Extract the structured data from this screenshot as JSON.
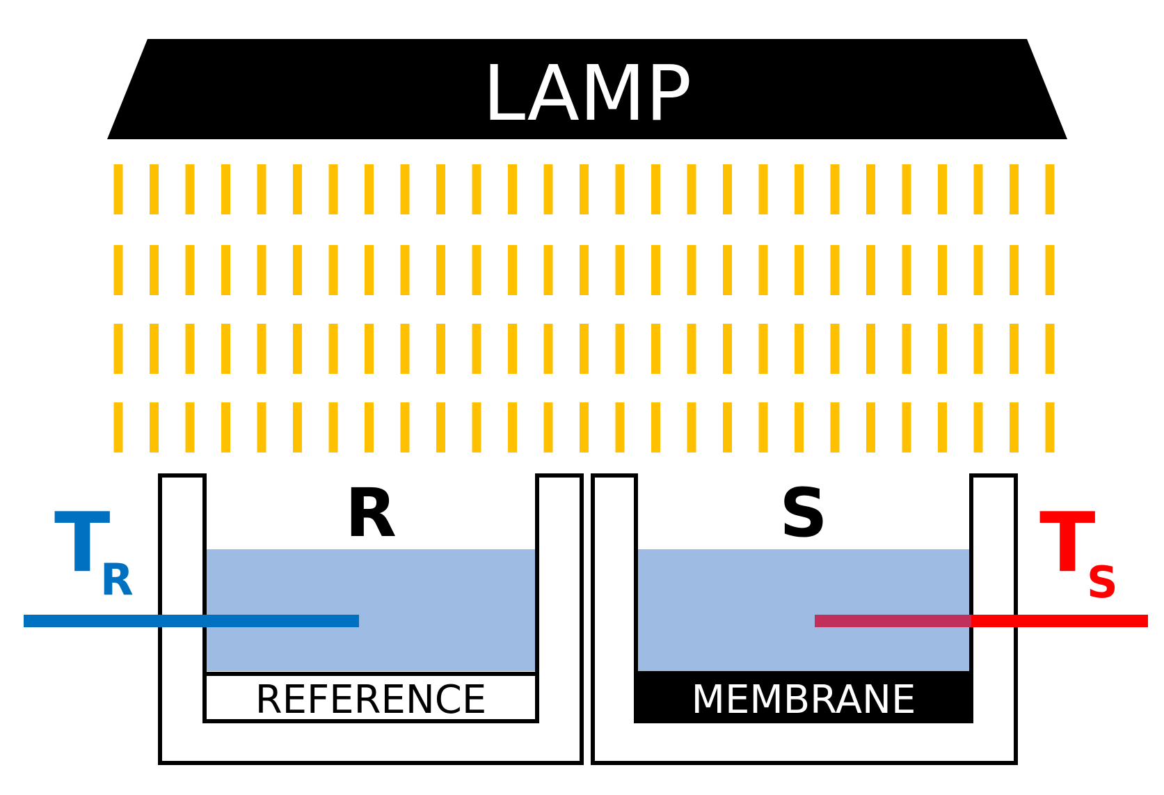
{
  "lamp": {
    "label": "LAMP",
    "color": "#000000",
    "text_color": "#ffffff"
  },
  "light": {
    "color": "#ffc000",
    "rows": 4,
    "columns": 27
  },
  "water_color": "#9dbbe3",
  "reference_cell": {
    "letter": "R",
    "plate_label": "REFERENCE",
    "plate_fill": "#ffffff",
    "plate_text_color": "#000000"
  },
  "sample_cell": {
    "letter": "S",
    "plate_label": "MEMBRANE",
    "plate_fill": "#000000",
    "plate_text_color": "#ffffff"
  },
  "thermocouples": {
    "reference": {
      "main": "T",
      "sub": "R",
      "color": "#0070c0",
      "inside_color": "#0070c0"
    },
    "sample": {
      "main": "T",
      "sub": "S",
      "color": "#ff0000",
      "inside_color": "#c0305a"
    }
  }
}
